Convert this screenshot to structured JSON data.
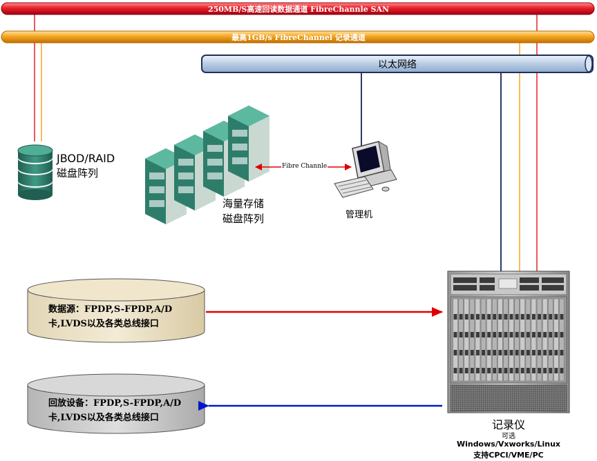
{
  "buses": {
    "san_label": "250MB/S高速回读数据通道  FibreChannle SAN",
    "record_label": "最高1GB/s FibreChannel 记录通道",
    "ethernet_label": "以太网络"
  },
  "jbod": {
    "line1": "JBOD/RAID",
    "line2": "磁盘阵列"
  },
  "storage": {
    "line1": "海量存储",
    "line2": "磁盘阵列",
    "link_label": "Fibre Channle"
  },
  "management": {
    "label": "管理机"
  },
  "data_source": {
    "text": "数据源：FPDP,S-FPDP,A/D卡,LVDS以及各类总线接口"
  },
  "playback": {
    "text": "回放设备：FPDP,S-FPDP,A/D卡,LVDS以及各类总线接口"
  },
  "recorder": {
    "title": "记录仪",
    "optional": "可选",
    "os": "Windows/Vxworks/Linux",
    "bus": "支持CPCI/VME/PC"
  },
  "colors": {
    "san_bus": "#e8202a",
    "record_bus": "#f5a623",
    "ethernet_bus": "#b8cce4",
    "data_arrow": "#e00000",
    "playback_arrow": "#0018c8",
    "disk_teal": "#2e7d6b"
  }
}
